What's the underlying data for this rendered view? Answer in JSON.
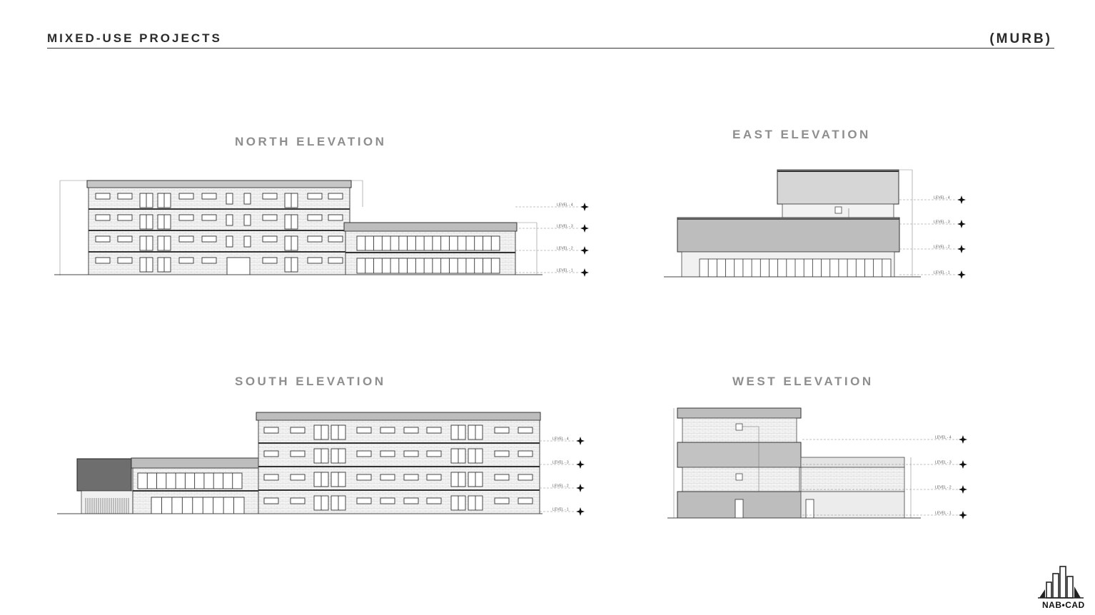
{
  "header": {
    "title": "MIXED-USE PROJECTS",
    "tag": "(MURB)"
  },
  "views": {
    "north": {
      "title": "NORTH ELEVATION"
    },
    "east": {
      "title": "EAST ELEVATION"
    },
    "south": {
      "title": "SOUTH ELEVATION"
    },
    "west": {
      "title": "WEST ELEVATION"
    }
  },
  "level_labels": [
    "LEVEL - 1",
    "LEVEL - 2",
    "LEVEL - 3",
    "LEVEL - 4"
  ],
  "logo": {
    "text": "NAB•CAD"
  }
}
